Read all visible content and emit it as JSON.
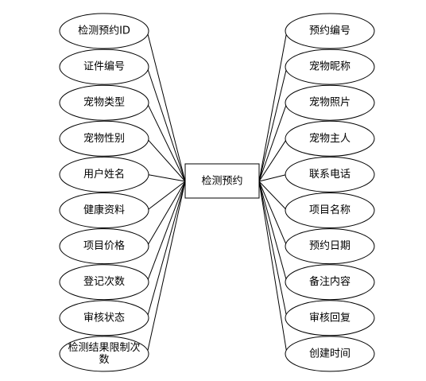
{
  "entity": {
    "label": "检测预约"
  },
  "left_attributes": [
    "检测预约ID",
    "证件编号",
    "宠物类型",
    "宠物性别",
    "用户姓名",
    "健康资料",
    "项目价格",
    "登记次数",
    "审核状态",
    [
      "检测结果限制次",
      "数"
    ]
  ],
  "right_attributes": [
    "预约编号",
    "宠物昵称",
    "宠物照片",
    "宠物主人",
    "联系电话",
    "项目名称",
    "预约日期",
    "备注内容",
    "审核回复",
    "创建时间"
  ]
}
